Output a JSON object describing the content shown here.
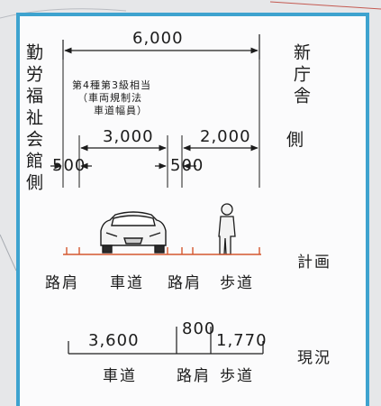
{
  "left_side_label": "勤労福祉会館側",
  "left_side_end": "側",
  "right_side_label": "新庁舎",
  "right_side_end": "側",
  "plan": {
    "total_width": "6,000",
    "standard_note": [
      "第4種第3級相当",
      "（車両規制法",
      "車道幅員）"
    ],
    "roadway_width": "3,000",
    "sidewalk_width": "2,000",
    "shoulder_left": "500",
    "shoulder_mid": "500",
    "labels": {
      "shoulder_1": "路肩",
      "roadway": "車道",
      "shoulder_2": "路肩",
      "sidewalk": "歩道"
    },
    "row_label": "計画"
  },
  "current": {
    "roadway_width": "3,600",
    "shoulder_width": "800",
    "sidewalk_width": "1,770",
    "labels": {
      "roadway": "車道",
      "shoulder": "路肩",
      "sidewalk": "歩道"
    },
    "row_label": "現況"
  },
  "colors": {
    "frame": "#3ea3cf",
    "ground_line": "#d4572f"
  }
}
